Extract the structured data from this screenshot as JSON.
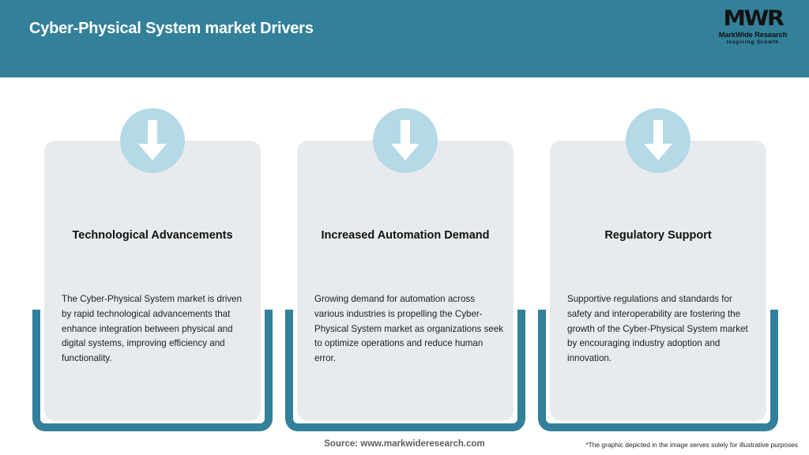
{
  "header": {
    "title": "Cyber-Physical System market Drivers",
    "background_color": "#33809a",
    "title_color": "#ffffff"
  },
  "logo": {
    "mark": "MWR",
    "name": "MarkWide Research",
    "tagline": "Inspiring Growth",
    "icon_name": "markwide-research-logo"
  },
  "theme": {
    "accent_teal": "#33809a",
    "card_background": "#e8ebed",
    "circle_blue": "#b4d9e7",
    "arrow_white": "#ffffff",
    "page_background": "#ffffff"
  },
  "cards": [
    {
      "icon": "down-arrow-icon",
      "title": "Technological Advancements",
      "body": "The Cyber-Physical System market is driven by rapid technological advancements that enhance integration between physical and digital systems, improving efficiency and functionality."
    },
    {
      "icon": "down-arrow-icon",
      "title": "Increased Automation Demand",
      "body": "Growing demand for automation across various industries is propelling the Cyber-Physical System market as organizations seek to optimize operations and reduce human error."
    },
    {
      "icon": "down-arrow-icon",
      "title": "Regulatory Support",
      "body": "Supportive regulations and standards for safety and interoperability are fostering the growth of the Cyber-Physical System market by encouraging industry adoption and innovation."
    }
  ],
  "footer": {
    "source": "Source: www.markwideresearch.com",
    "disclaimer": "*The graphic depicted in the image serves solely for illustrative purposes"
  }
}
